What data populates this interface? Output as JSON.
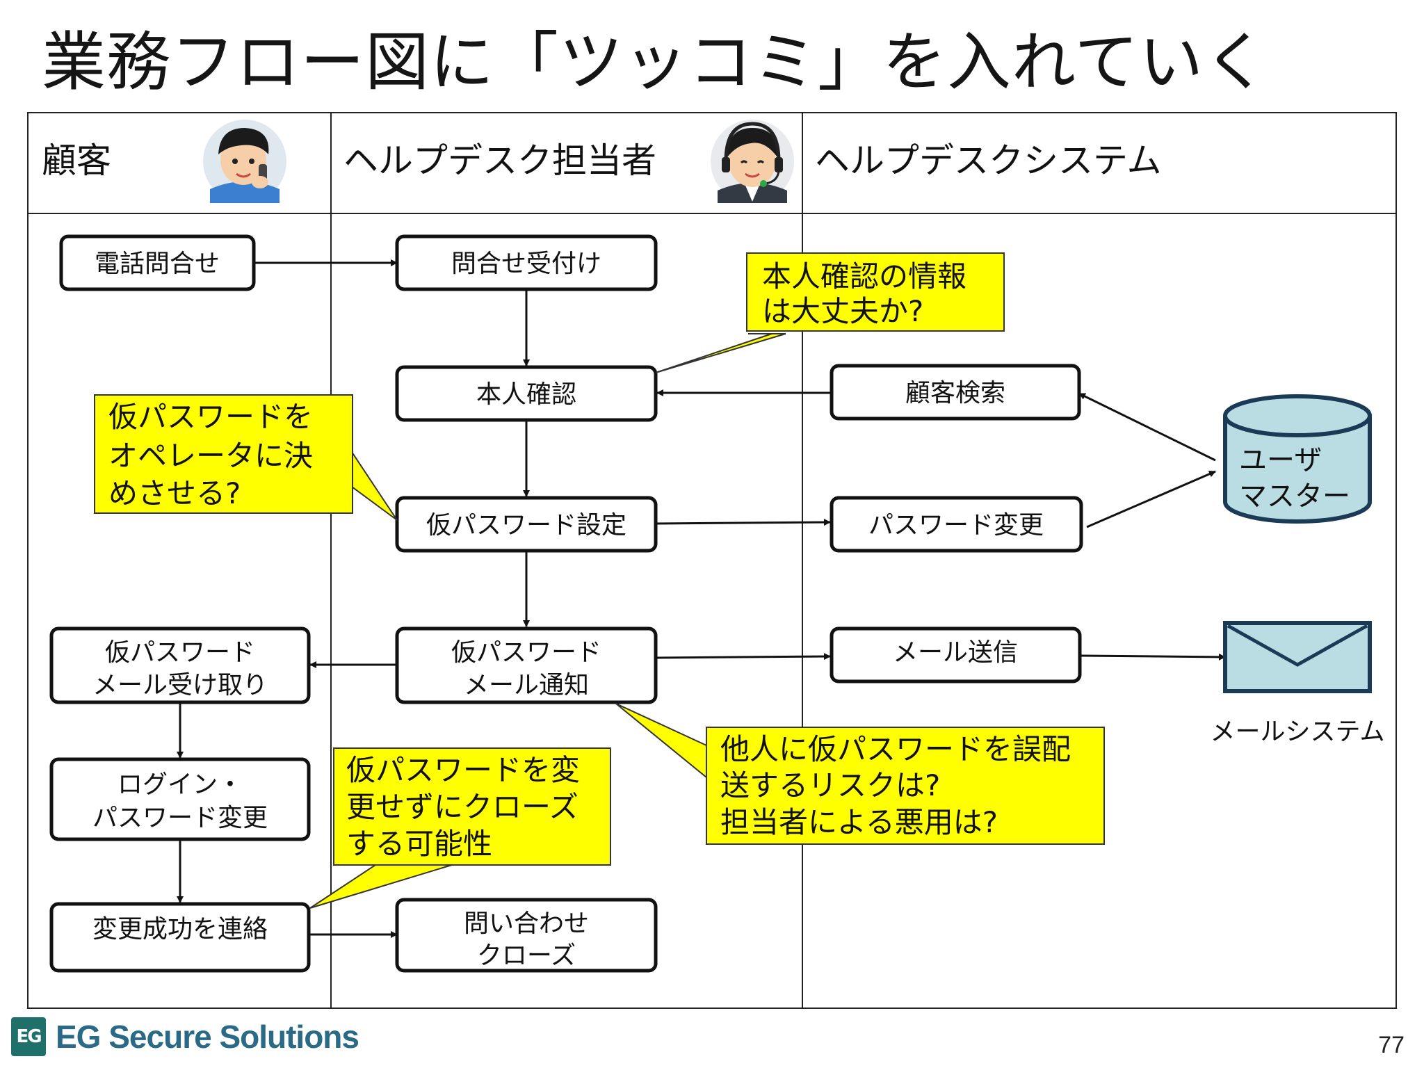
{
  "title": "業務フロー図に「ツッコミ」を入れていく",
  "lanes": {
    "customer": "顧客",
    "helpdesk_staff": "ヘルプデスク担当者",
    "helpdesk_system": "ヘルプデスクシステム"
  },
  "boxes": {
    "phone_inquiry": "電話問合せ",
    "receive_inquiry": "問合せ受付け",
    "identity_check": "本人確認",
    "customer_search": "顧客検索",
    "temp_password_set": "仮パスワード設定",
    "password_change": "パスワード変更",
    "temp_mail_receive_1": "仮パスワード",
    "temp_mail_receive_2": "メール受け取り",
    "temp_mail_notify_1": "仮パスワード",
    "temp_mail_notify_2": "メール通知",
    "mail_send": "メール送信",
    "login_change_1": "ログイン・",
    "login_change_2": "パスワード変更",
    "change_success": "変更成功を連絡",
    "close_inquiry_1": "問い合わせ",
    "close_inquiry_2": "クローズ"
  },
  "database": {
    "line1": "ユーザ",
    "line2": "マスター"
  },
  "mail_system_label": "メールシステム",
  "notes": {
    "identity_note": [
      "本人確認の情報",
      "は大丈夫か?"
    ],
    "operator_note": [
      "仮パスワードを",
      "オペレータに決",
      "めさせる?"
    ],
    "misdelivery_note": [
      "他人に仮パスワードを誤配",
      "送するリスクは?",
      "担当者による悪用は?"
    ],
    "close_note": [
      "仮パスワードを変",
      "更せずにクローズ",
      "する可能性"
    ]
  },
  "colors": {
    "note_fill": "#ffff00",
    "database_fill": "#b9dde3",
    "mail_fill": "#b9dde3"
  },
  "footer": {
    "logo_mark": "EG",
    "logo_text": "EG Secure Solutions",
    "page_number": "77"
  }
}
